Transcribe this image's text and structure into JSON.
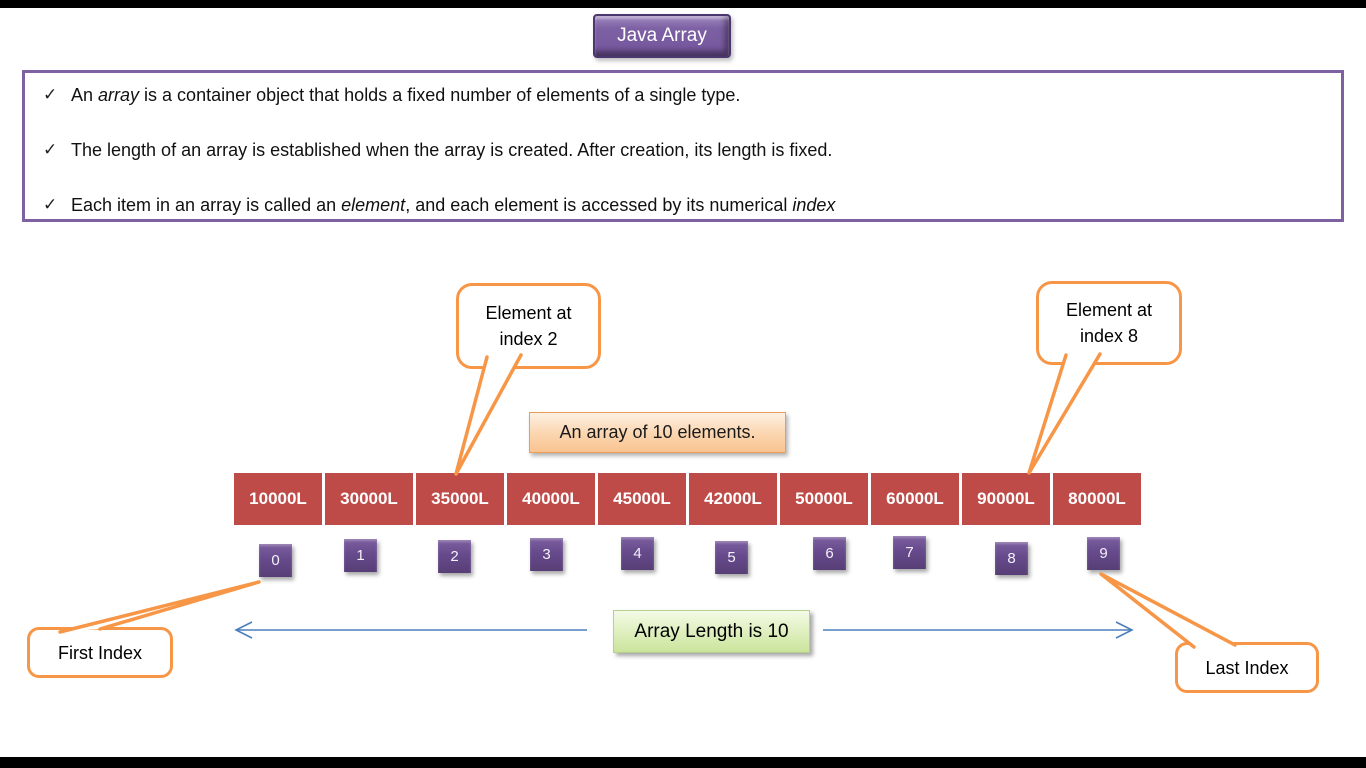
{
  "title": {
    "label": "Java Array"
  },
  "info_box": {
    "check_glyph": "✓",
    "border_color": "#7E61A1",
    "bullets": [
      {
        "pre": "An ",
        "italic1": "array",
        "mid": " is a container object that holds a fixed number of elements of a single type.",
        "italic2": "",
        "end": ""
      },
      {
        "pre": "The length of an array is established when the array is created. After creation, its length is fixed.",
        "italic1": "",
        "mid": "",
        "italic2": "",
        "end": ""
      },
      {
        "pre": "Each item in an array is called an ",
        "italic1": "element",
        "mid": ", and each element is accessed by its numerical ",
        "italic2": "index",
        "end": ""
      }
    ]
  },
  "callouts": {
    "border_color": "#F79646",
    "element_index2": {
      "line1": "Element at",
      "line2": "index 2"
    },
    "element_index8": {
      "line1": "Element at",
      "line2": "index 8"
    },
    "first_index": {
      "label": "First Index"
    },
    "last_index": {
      "label": "Last Index"
    }
  },
  "array_label": {
    "text": "An array of 10 elements.",
    "bg": "#FBCD9C"
  },
  "array_row": {
    "cell_color": "#BE4B48",
    "values": [
      "10000L",
      "30000L",
      "35000L",
      "40000L",
      "45000L",
      "42000L",
      "50000L",
      "60000L",
      "90000L",
      "80000L"
    ]
  },
  "index_row": {
    "box_color": "#66497F",
    "values": [
      "0",
      "1",
      "2",
      "3",
      "4",
      "5",
      "6",
      "7",
      "8",
      "9"
    ]
  },
  "length_label": {
    "text": "Array Length is 10",
    "bg": "#D9EDAF"
  },
  "arrows": {
    "color": "#4A7EBB"
  }
}
